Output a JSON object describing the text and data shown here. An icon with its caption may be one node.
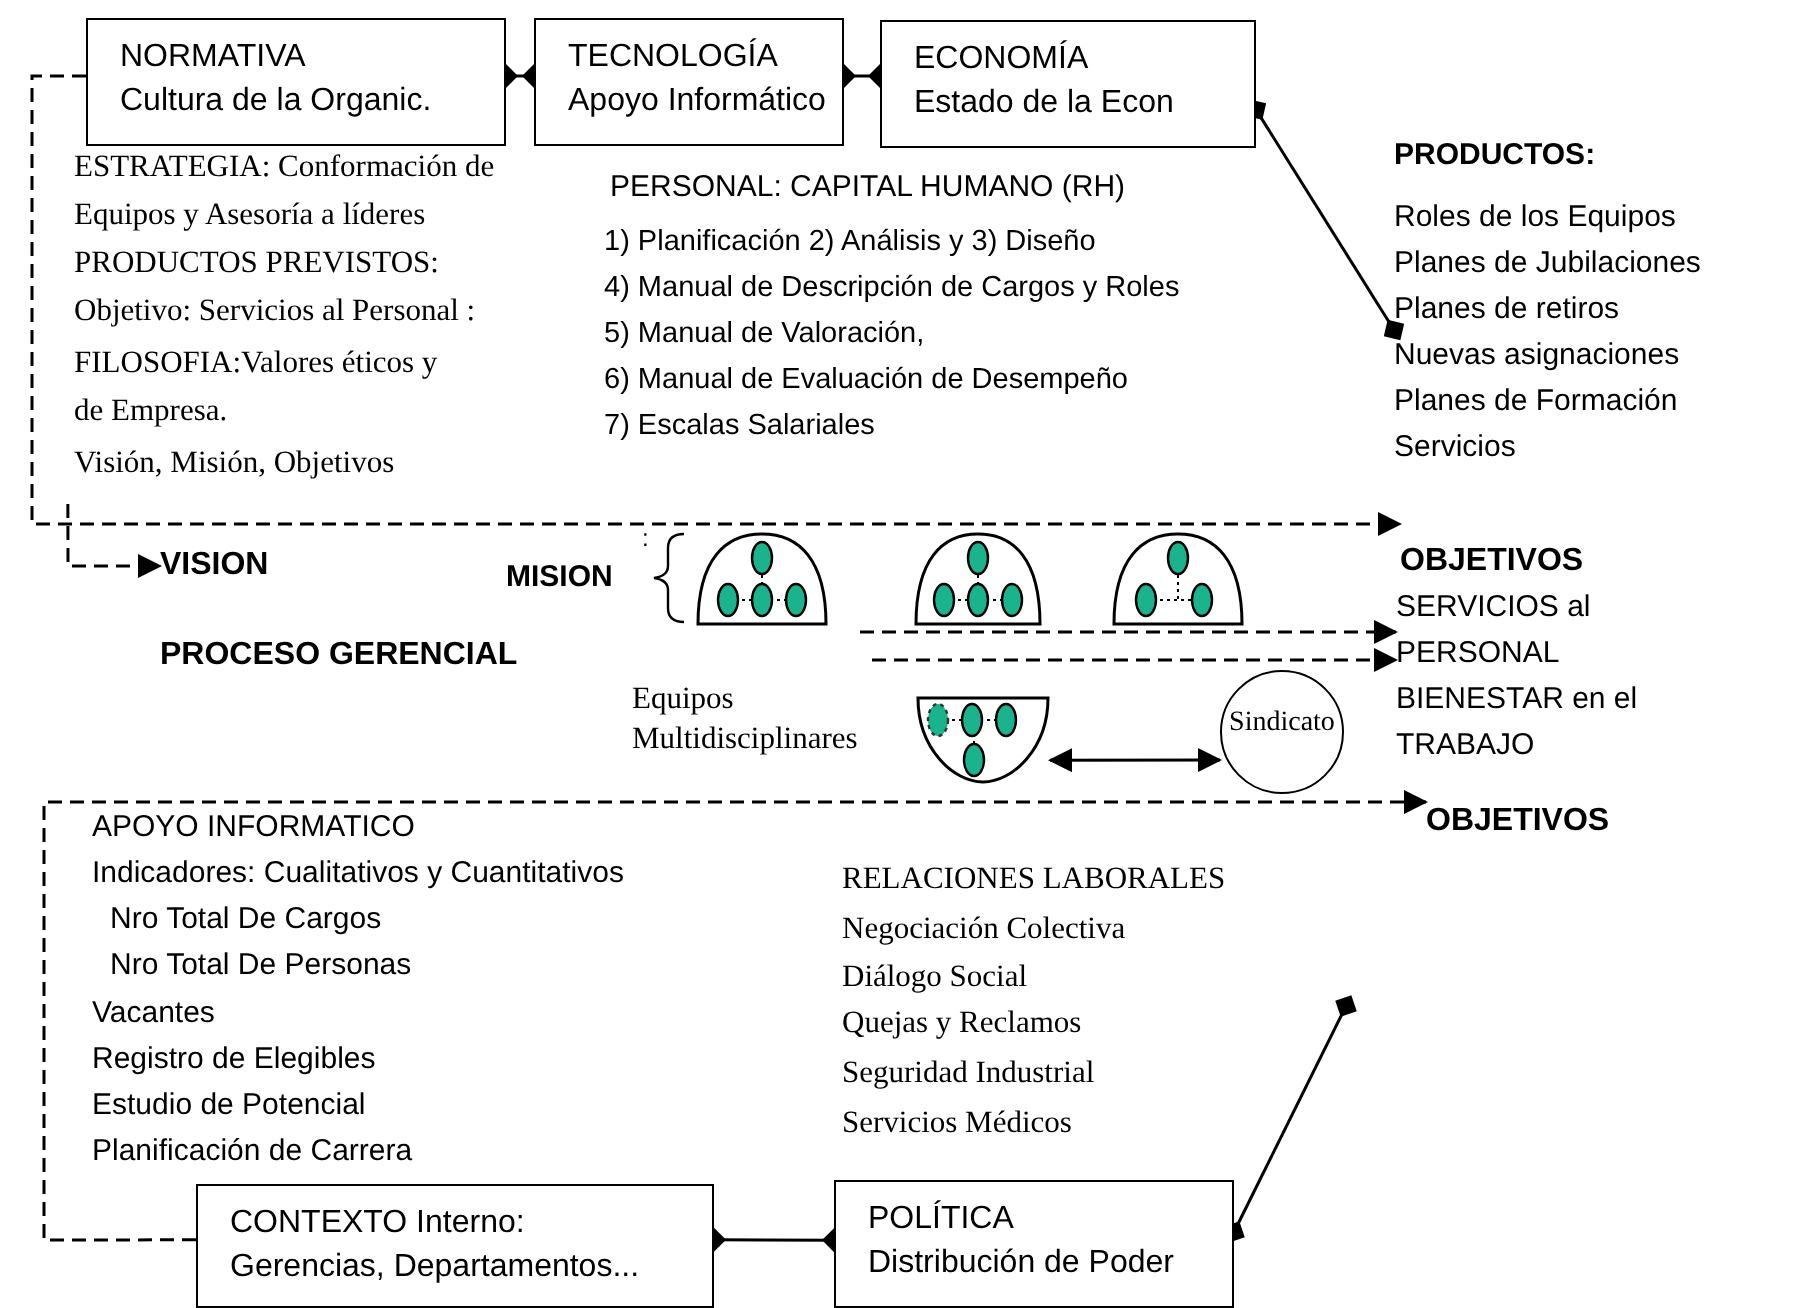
{
  "diagram": {
    "nodes": [
      {
        "text": [
          "NORMATIVA",
          "Cultura de la Organic."
        ]
      },
      {
        "text": [
          "TECNOLOGÍA",
          "Apoyo Informático"
        ]
      },
      {
        "text": [
          "ECONOMÍA",
          "Estado de la Econ"
        ]
      },
      {
        "text": [
          "PRODUCTOS:",
          "Roles de los Equipos",
          "Planes de Jubilaciones",
          "Planes de retiros",
          "Nuevas asignaciones",
          "Planes de  Formación",
          "Servicios"
        ]
      },
      {
        "text": [
          "VISION"
        ]
      },
      {
        "text": [],
        "shape": "shield"
      },
      {
        "text": [],
        "shape": "shield"
      },
      {
        "text": [],
        "shape": "shield"
      },
      {
        "text": [
          "OBJETIVOS"
        ]
      },
      {
        "text": [
          "SERVICIOS al PERSONAL BIENESTAR en el TRABAJO"
        ]
      },
      {
        "text": [],
        "shape": "shield",
        "beside": [
          "Equipos Multidisciplinares"
        ]
      },
      {
        "text": [
          "Sindicato"
        ]
      },
      {
        "text": [
          "OBJETIVOS"
        ]
      },
      {
        "text": [
          "CONTEXTO Interno:",
          "Gerencias, Departamentos..."
        ]
      },
      {
        "text": [
          "POLÍTICA",
          "Distribución de Poder"
        ]
      },
      {
        "text": [
          "ESTRATEGIA: Conformación de Equipos y Asesoría a líderes",
          "PRODUCTOS PREVISTOS:",
          "Objetivo: Servicios al Personal :",
          "FILOSOFIA:Valores éticos y de Empresa.",
          "Visión, Misión, Objetivos"
        ]
      }
    ],
    "edges": [
      {
        "from": 0,
        "to": 1,
        "arrow": "other"
      },
      {
        "from": 1,
        "to": 2,
        "arrow": "other"
      },
      {
        "from": 2,
        "to": 3,
        "arrow": "other"
      },
      {
        "from": 0,
        "to": 8,
        "arrow": "to",
        "style": "dashed"
      },
      {
        "from": 15,
        "to": 4,
        "arrow": "to",
        "style": "dashed"
      },
      {
        "from": null,
        "to": 9,
        "arrow": "to",
        "style": "dashed"
      },
      {
        "from": null,
        "to": 9,
        "arrow": "to",
        "style": "dashed"
      },
      {
        "from": 13,
        "to": 12,
        "arrow": "to",
        "style": "dashed"
      },
      {
        "from": 10,
        "to": 11,
        "arrow": "both"
      },
      {
        "from": 13,
        "to": 14,
        "arrow": "other"
      },
      {
        "from": 14,
        "to": null,
        "arrow": "other"
      }
    ],
    "labels": [
      "PERSONAL: CAPITAL HUMANO (RH)",
      "1) Planificación  2) Análisis y 3) Diseño",
      "4) Manual de Descripción de Cargos y Roles",
      "5) Manual de Valoración,",
      "6) Manual de Evaluación de Desempeño",
      "7) Escalas Salariales",
      ":",
      "MISION",
      "PROCESO GERENCIAL",
      "APOYO INFORMATICO",
      "Indicadores: Cualitativos y Cuantitativos",
      "Nro Total De Cargos",
      "Nro Total De Personas",
      "Vacantes",
      "Registro de Elegibles",
      "Estudio de Potencial",
      "Planificación de Carrera",
      "RELACIONES LABORALES",
      "Negociación Colectiva",
      "Diálogo Social",
      "Quejas y Reclamos",
      "Seguridad Industrial",
      "Servicios Médicos"
    ]
  }
}
